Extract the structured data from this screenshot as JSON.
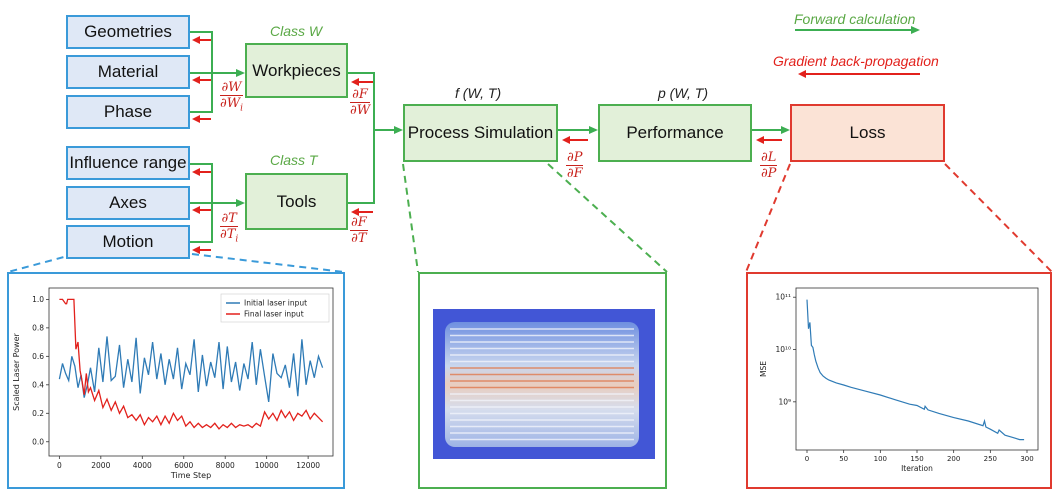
{
  "legend": {
    "forward": "Forward calculation",
    "backward": "Gradient back-propagation"
  },
  "workpiece_inputs": [
    "Geometries",
    "Material",
    "Phase"
  ],
  "tool_inputs": [
    "Influence range",
    "Axes",
    "Motion"
  ],
  "class_w": "Class W",
  "class_t": "Class T",
  "workpieces": "Workpieces",
  "tools": "Tools",
  "process": {
    "label": "Process Simulation",
    "func": "f (W, T)"
  },
  "performance": {
    "label": "Performance",
    "func": "p (W, T)"
  },
  "loss": "Loss",
  "gradients": {
    "dW": [
      "∂W",
      "∂W",
      "i"
    ],
    "dT": [
      "∂T",
      "∂T",
      "i"
    ],
    "dFdW": [
      "∂F",
      "∂W"
    ],
    "dFdT": [
      "∂F",
      "∂T"
    ],
    "dPdF": [
      "∂P",
      "∂F"
    ],
    "dLdP": [
      "∂L",
      "∂P"
    ]
  },
  "colors": {
    "forward": "#5aa845",
    "backward": "#e2211c",
    "blue_panel": "#3a9ad9",
    "green_panel": "#4caf50",
    "red_panel": "#e03a2f"
  },
  "chart_data": [
    {
      "type": "line",
      "xlabel": "Time Step",
      "ylabel": "Scaled Laser Power",
      "xticks": [
        "0",
        "2000",
        "4000",
        "6000",
        "8000",
        "10000",
        "12000"
      ],
      "yticks": [
        "0.0",
        "0.2",
        "0.4",
        "0.6",
        "0.8",
        "1.0"
      ],
      "xlim": [
        -500,
        13200
      ],
      "ylim": [
        -0.1,
        1.08
      ],
      "series": [
        {
          "name": "Initial laser input",
          "color": "#2f7bb6",
          "x": [
            0,
            150,
            300,
            450,
            600,
            750,
            900,
            1050,
            1200,
            1350,
            1500,
            1700,
            1900,
            2100,
            2300,
            2500,
            2700,
            2900,
            3100,
            3300,
            3500,
            3700,
            3900,
            4100,
            4300,
            4500,
            4700,
            4900,
            5100,
            5300,
            5500,
            5700,
            5900,
            6100,
            6300,
            6500,
            6700,
            6900,
            7100,
            7300,
            7500,
            7700,
            7900,
            8100,
            8300,
            8500,
            8700,
            8900,
            9100,
            9300,
            9500,
            9700,
            9900,
            10100,
            10300,
            10500,
            10700,
            10900,
            11100,
            11300,
            11500,
            11700,
            11900,
            12100,
            12300,
            12500,
            12700
          ],
          "y": [
            0.44,
            0.55,
            0.48,
            0.43,
            0.6,
            0.53,
            0.38,
            0.47,
            0.31,
            0.4,
            0.52,
            0.35,
            0.66,
            0.42,
            0.74,
            0.43,
            0.46,
            0.68,
            0.38,
            0.58,
            0.42,
            0.73,
            0.34,
            0.59,
            0.47,
            0.7,
            0.44,
            0.62,
            0.4,
            0.58,
            0.44,
            0.66,
            0.37,
            0.55,
            0.47,
            0.72,
            0.35,
            0.61,
            0.39,
            0.56,
            0.45,
            0.7,
            0.37,
            0.67,
            0.42,
            0.56,
            0.36,
            0.55,
            0.44,
            0.7,
            0.4,
            0.65,
            0.46,
            0.28,
            0.62,
            0.48,
            0.45,
            0.54,
            0.38,
            0.62,
            0.32,
            0.72,
            0.4,
            0.57,
            0.45,
            0.6,
            0.52
          ]
        },
        {
          "name": "Final laser input",
          "color": "#e2211c",
          "x": [
            0,
            150,
            300,
            350,
            400,
            500,
            600,
            700,
            800,
            900,
            1000,
            1100,
            1200,
            1300,
            1400,
            1500,
            1700,
            1900,
            2100,
            2300,
            2500,
            2700,
            2900,
            3100,
            3300,
            3500,
            3700,
            3900,
            4100,
            4300,
            4500,
            4700,
            4900,
            5100,
            5300,
            5500,
            5700,
            5900,
            6100,
            6300,
            6500,
            6700,
            6900,
            7100,
            7300,
            7500,
            7700,
            7900,
            8100,
            8300,
            8500,
            8700,
            8900,
            9100,
            9300,
            9500,
            9700,
            9900,
            10100,
            10300,
            10500,
            10700,
            10900,
            11100,
            11300,
            11500,
            11700,
            11900,
            12100,
            12300,
            12500,
            12700
          ],
          "y": [
            1.0,
            1.0,
            0.97,
            0.97,
            1.0,
            1.0,
            1.0,
            1.0,
            0.65,
            0.7,
            0.5,
            0.42,
            0.33,
            0.48,
            0.35,
            0.38,
            0.29,
            0.36,
            0.24,
            0.3,
            0.22,
            0.28,
            0.2,
            0.25,
            0.17,
            0.19,
            0.15,
            0.19,
            0.12,
            0.17,
            0.14,
            0.18,
            0.12,
            0.18,
            0.13,
            0.2,
            0.15,
            0.18,
            0.11,
            0.14,
            0.1,
            0.13,
            0.1,
            0.12,
            0.1,
            0.13,
            0.09,
            0.12,
            0.1,
            0.13,
            0.1,
            0.12,
            0.11,
            0.12,
            0.1,
            0.13,
            0.11,
            0.21,
            0.16,
            0.2,
            0.15,
            0.22,
            0.17,
            0.21,
            0.15,
            0.2,
            0.18,
            0.22,
            0.16,
            0.2,
            0.17,
            0.14
          ]
        }
      ],
      "legend_pos": "top-right"
    },
    {
      "type": "line",
      "xlabel": "Iteration",
      "ylabel": "MSE",
      "log_y": true,
      "xticks": [
        "0",
        "50",
        "100",
        "150",
        "200",
        "250",
        "300"
      ],
      "yticks": [
        "10¹¹",
        "10¹⁰",
        "10⁹"
      ],
      "xlim": [
        -15,
        315
      ],
      "ylim": [
        120000000.0,
        150000000000.0
      ],
      "series": [
        {
          "color": "#2f7bb6",
          "x": [
            0,
            2,
            4,
            6,
            8,
            10,
            12,
            15,
            18,
            22,
            26,
            30,
            40,
            50,
            60,
            80,
            100,
            120,
            140,
            150,
            160,
            161,
            165,
            180,
            200,
            220,
            240,
            242,
            244,
            250,
            260,
            262,
            270,
            280,
            290,
            296
          ],
          "y": [
            90000000000.0,
            25000000000.0,
            33000000000.0,
            12000000000.0,
            11000000000.0,
            8000000000.0,
            6000000000.0,
            4500000000.0,
            3600000000.0,
            3100000000.0,
            2800000000.0,
            2600000000.0,
            2300000000.0,
            2100000000.0,
            1900000000.0,
            1600000000.0,
            1350000000.0,
            1100000000.0,
            900000000.0,
            850000000.0,
            720000000.0,
            820000000.0,
            700000000.0,
            600000000.0,
            500000000.0,
            430000000.0,
            350000000.0,
            430000000.0,
            330000000.0,
            300000000.0,
            250000000.0,
            290000000.0,
            230000000.0,
            210000000.0,
            190000000.0,
            190000000.0
          ]
        }
      ]
    }
  ]
}
